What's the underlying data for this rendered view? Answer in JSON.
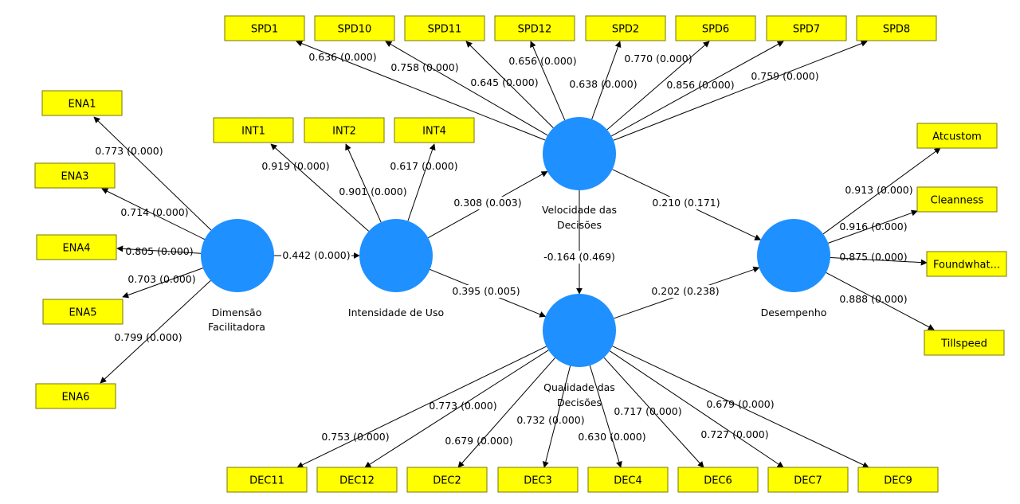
{
  "latent": {
    "din": {
      "label": [
        "Dimensão",
        "Facilitadora"
      ]
    },
    "int": {
      "label": [
        "Intensidade de Uso"
      ]
    },
    "vel": {
      "label": [
        "Velocidade das",
        "Decisões"
      ]
    },
    "qual": {
      "label": [
        "Qualidade das",
        "Decisões"
      ]
    },
    "des": {
      "label": [
        "Desempenho"
      ]
    }
  },
  "indicators": {
    "ENA1": "ENA1",
    "ENA3": "ENA3",
    "ENA4": "ENA4",
    "ENA5": "ENA5",
    "ENA6": "ENA6",
    "INT1": "INT1",
    "INT2": "INT2",
    "INT4": "INT4",
    "SPD1": "SPD1",
    "SPD10": "SPD10",
    "SPD11": "SPD11",
    "SPD12": "SPD12",
    "SPD2": "SPD2",
    "SPD6": "SPD6",
    "SPD7": "SPD7",
    "SPD8": "SPD8",
    "Atcustom": "Atcustom",
    "Cleanness": "Cleanness",
    "Foundwhat": "Foundwhat...",
    "Tillspeed": "Tillspeed",
    "DEC11": "DEC11",
    "DEC12": "DEC12",
    "DEC2": "DEC2",
    "DEC3": "DEC3",
    "DEC4": "DEC4",
    "DEC6": "DEC6",
    "DEC7": "DEC7",
    "DEC9": "DEC9"
  },
  "loadings": {
    "ENA1": "0.773 (0.000)",
    "ENA3": "0.714 (0.000)",
    "ENA4": "0.805 (0.000)",
    "ENA5": "0.703 (0.000)",
    "ENA6": "0.799 (0.000)",
    "INT1": "0.919 (0.000)",
    "INT2": "0.901 (0.000)",
    "INT4": "0.617 (0.000)",
    "SPD1": "0.636 (0.000)",
    "SPD10": "0.758 (0.000)",
    "SPD11": "0.645 (0.000)",
    "SPD12": "0.656 (0.000)",
    "SPD2": "0.638 (0.000)",
    "SPD6": "0.770 (0.000)",
    "SPD7": "0.856 (0.000)",
    "SPD8": "0.759 (0.000)",
    "Atcustom": "0.913 (0.000)",
    "Cleanness": "0.916 (0.000)",
    "Foundwhat": "0.875 (0.000)",
    "Tillspeed": "0.888 (0.000)",
    "DEC11": "0.753 (0.000)",
    "DEC12": "0.773 (0.000)",
    "DEC2": "0.679 (0.000)",
    "DEC3": "0.732 (0.000)",
    "DEC4": "0.630 (0.000)",
    "DEC6": "0.717 (0.000)",
    "DEC7": "0.727 (0.000)",
    "DEC9": "0.679 (0.000)"
  },
  "paths": {
    "din_int": "0.442 (0.000)",
    "int_vel": "0.308 (0.003)",
    "int_qual": "0.395 (0.005)",
    "vel_des": "0.210 (0.171)",
    "vel_qual": "-0.164 (0.469)",
    "qual_des": "0.202 (0.238)"
  }
}
